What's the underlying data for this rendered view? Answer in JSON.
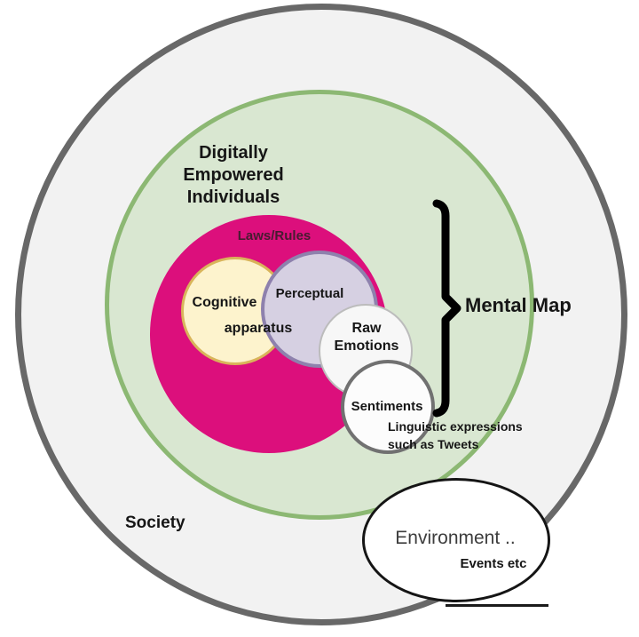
{
  "diagram": {
    "type": "nested-circles-concept-diagram",
    "labels": {
      "society": "Society",
      "digitally_empowered": "Digitally\nEmpowered\nIndividuals",
      "laws_rules": "Laws/Rules",
      "cognitive": "Cognitive",
      "apparatus": "apparatus",
      "perceptual": "Perceptual",
      "raw_emotions": "Raw\nEmotions",
      "sentiments": "Sentiments",
      "mental_map": "Mental Map",
      "linguistic_expressions": "Linguistic expressions\nsuch as Tweets",
      "environment": "Environment ..",
      "events": "Events etc"
    },
    "colors": {
      "society_fill": "#f2f2f2",
      "society_border": "#686868",
      "green_fill": "#d9e7d1",
      "green_border": "#8cb873",
      "magenta_fill": "#dc0f7c",
      "cognitive_fill": "#fdf3cd",
      "cognitive_border": "#d9b45a",
      "perceptual_fill": "#d6d0e2",
      "perceptual_border": "#8e81ad",
      "raw_emotions_fill": "#f7f7f7",
      "raw_emotions_border": "#bcbcbc",
      "sentiments_fill": "#fcfcfc",
      "sentiments_border": "#717171",
      "environment_fill": "#ffffff",
      "environment_border": "#151515",
      "laws_rules_text": "#451c30",
      "bracket": "#000000",
      "text": "#161616"
    }
  }
}
